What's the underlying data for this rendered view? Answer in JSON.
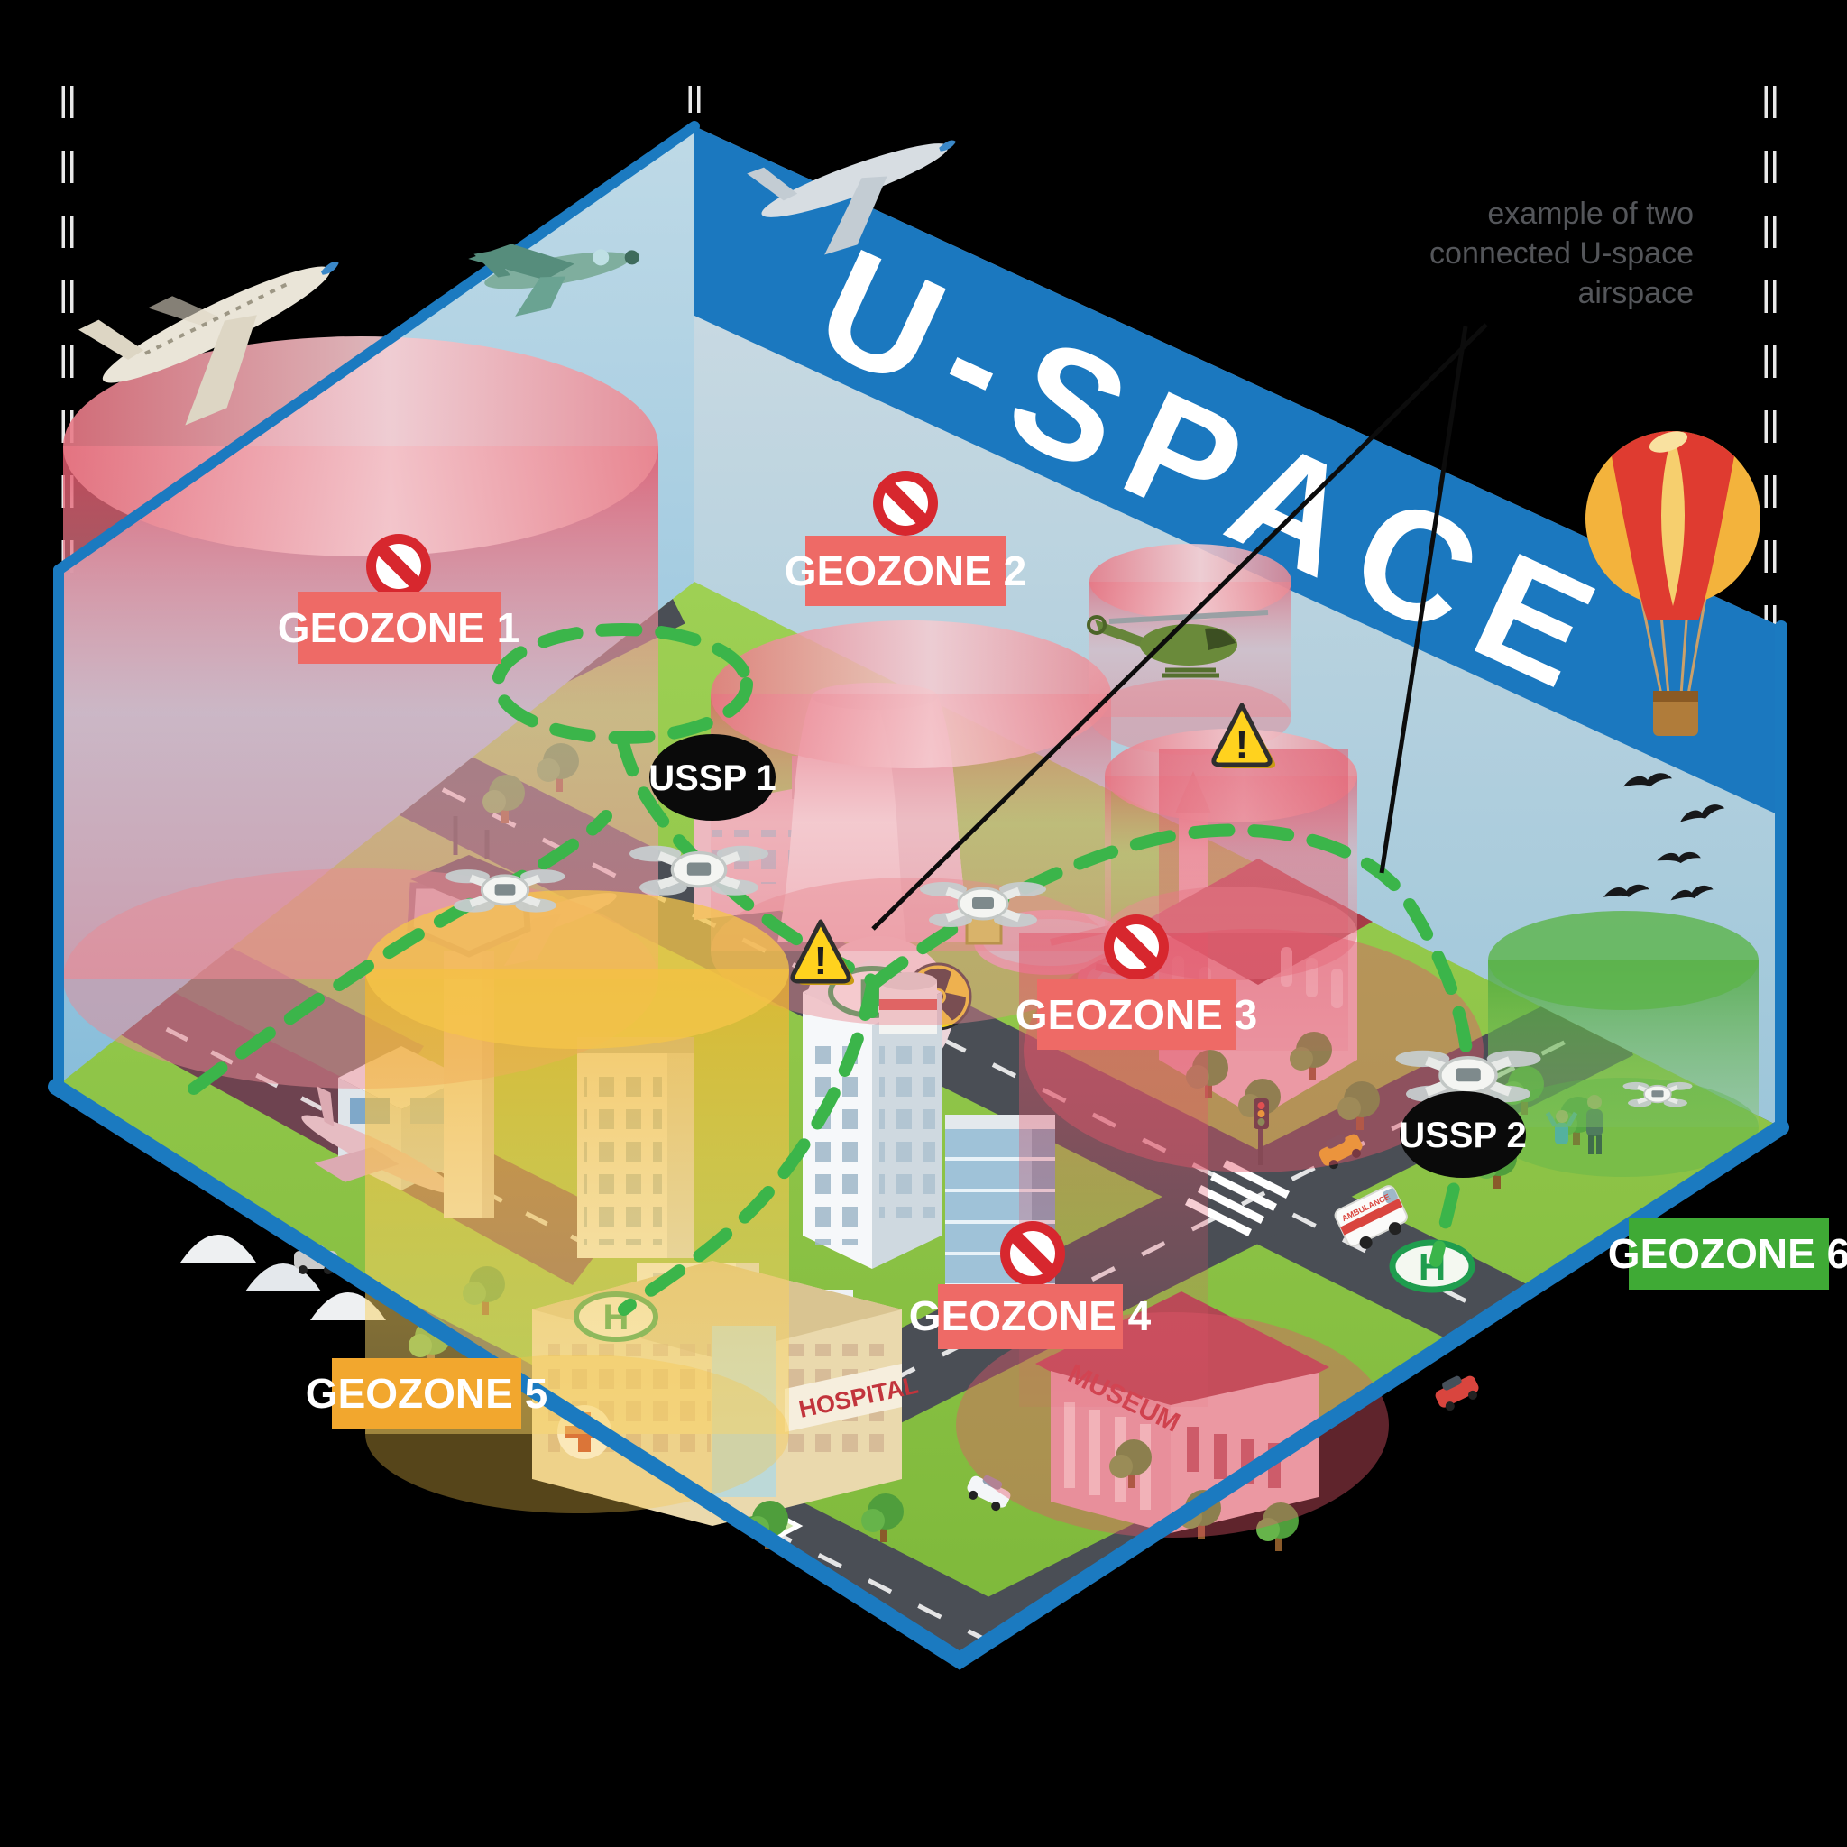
{
  "title": "U-SPACE",
  "annotation": {
    "line1": "example of two",
    "line2": "connected U-space",
    "line3": "airspace"
  },
  "geozones": [
    {
      "label": "GEOZONE 1",
      "color": "#ee6a66",
      "icon": "no-entry-icon"
    },
    {
      "label": "GEOZONE 2",
      "color": "#ee6a66",
      "icon": "no-entry-icon"
    },
    {
      "label": "GEOZONE 3",
      "color": "#ee6a66",
      "icon": "no-entry-icon"
    },
    {
      "label": "GEOZONE 4",
      "color": "#ee6a66",
      "icon": "no-entry-icon"
    },
    {
      "label": "GEOZONE 5",
      "color": "#f2a72e",
      "icon": null
    },
    {
      "label": "GEOZONE 6",
      "color": "#3faa35",
      "icon": null
    }
  ],
  "ussps": [
    {
      "label": "USSP 1"
    },
    {
      "label": "USSP 2"
    }
  ],
  "signs": {
    "hospital": "HOSPITAL",
    "museum": "MUSEUM",
    "ambulance": "AMBULANCE",
    "helipad": "H"
  },
  "icons": [
    "no-entry-icon",
    "warning-icon",
    "radioactive-icon",
    "red-cross-icon",
    "helipad-icon",
    "bird-icon"
  ],
  "colors": {
    "banner_blue": "#1b78bf",
    "edge_blue": "#1b7ac0",
    "wall_light_blue": "#bfe3f5",
    "geozone_red": "#e55a68",
    "geozone_yellow": "#f2b32c",
    "geozone_green": "#4ba83a",
    "label_red": "#ee6a66",
    "label_orange": "#f2a72e",
    "label_green": "#3faa35",
    "ussp_black": "#0a0a0a",
    "map_green": "#8cc63f",
    "path_green": "#3bb54a",
    "prohibition_red": "#d7272e",
    "warning_yellow": "#ffd21e"
  }
}
